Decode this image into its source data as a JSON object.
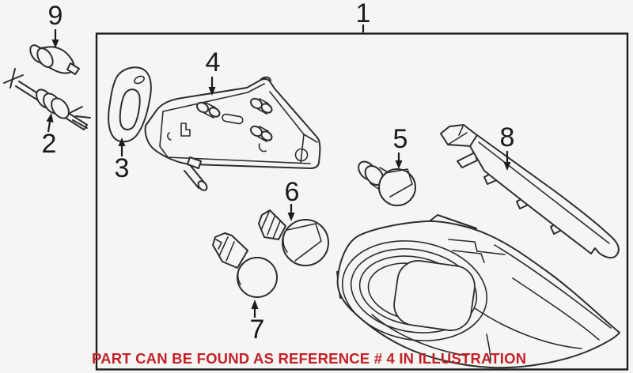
{
  "figure": {
    "background_color": "#f5f5f3",
    "line_color": "#2d2d2d",
    "boundary_box": "part 1 outline box"
  },
  "callouts": [
    {
      "label": "1"
    },
    {
      "label": "2"
    },
    {
      "label": "3"
    },
    {
      "label": "4"
    },
    {
      "label": "5"
    },
    {
      "label": "6"
    },
    {
      "label": "7"
    },
    {
      "label": "8"
    },
    {
      "label": "9"
    }
  ],
  "notice": {
    "text": "PART CAN BE FOUND AS REFERENCE # 4 IN ILLUSTRATION",
    "color": "#c32127"
  }
}
